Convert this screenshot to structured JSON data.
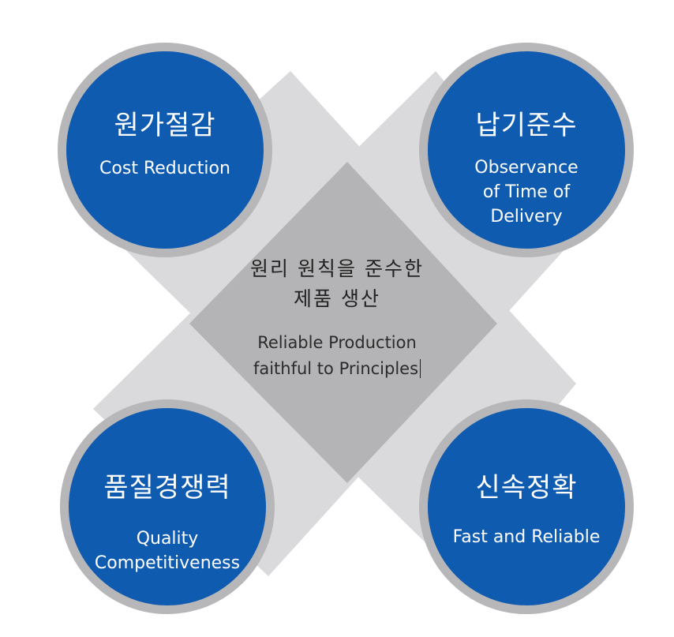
{
  "circles": {
    "top_left": {
      "ko": "원가절감",
      "en": [
        "Cost Reduction"
      ]
    },
    "top_right": {
      "ko": "납기준수",
      "en": [
        "Observance",
        "of Time of",
        "Delivery"
      ]
    },
    "bottom_left": {
      "ko": "품질경쟁력",
      "en": [
        "Quality",
        "Competitiveness"
      ]
    },
    "bottom_right": {
      "ko": "신속정확",
      "en": [
        "Fast and Reliable"
      ]
    }
  },
  "center": {
    "ko": [
      "원리 원칙을 준수한",
      "제품 생산"
    ],
    "en": [
      "Reliable Production",
      "faithful to Principles"
    ]
  },
  "colors": {
    "circle_fill": "#0f5bb0",
    "circle_ring": "#b7b7ba",
    "band": "#dadadc",
    "overlap": "#b4b4b6"
  }
}
